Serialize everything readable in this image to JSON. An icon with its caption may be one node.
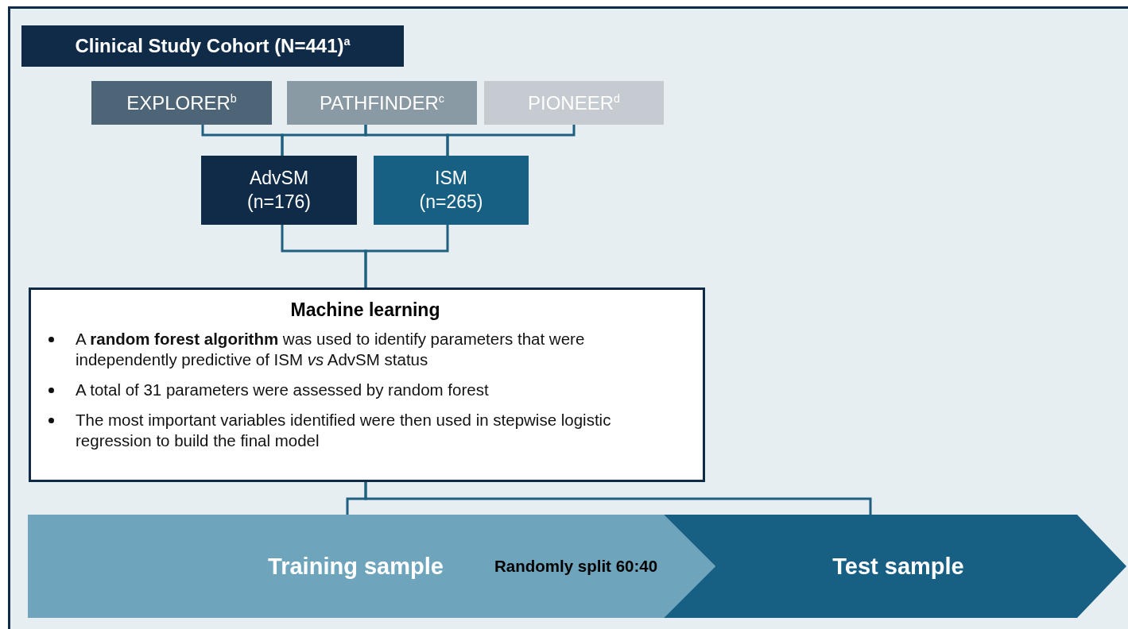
{
  "diagram": {
    "nodes": [
      {
        "text": [
          "Clinical Study Cohort (N=441)$^{a}$"
        ]
      },
      {
        "text": [
          "EXPLORER$^{b}$"
        ]
      },
      {
        "text": [
          "PATHFINDER$^{c}$"
        ]
      },
      {
        "text": [
          "PIONEER$^{d}$"
        ]
      },
      {
        "text": [
          "AdvSM (n=176)"
        ]
      },
      {
        "text": [
          "ISM (n=265)"
        ]
      },
      {
        "text": [
          "Machine learning",
          "A **random forest algorithm** was used to identify parameters that were independently predictive of ISM *vs* AdvSM status",
          "A total of 31 parameters were assessed by random forest",
          "The most important variables identified were then used in stepwise logistic regression to build the final model"
        ]
      },
      {
        "text": [
          "Training sample"
        ]
      },
      {
        "text": [
          "Test sample"
        ]
      }
    ],
    "edges": [
      {
        "from": 1,
        "to": 4,
        "arrow": "none"
      },
      {
        "from": 2,
        "to": 4,
        "arrow": "none"
      },
      {
        "from": 2,
        "to": 5,
        "arrow": "none"
      },
      {
        "from": 3,
        "to": 5,
        "arrow": "none"
      },
      {
        "from": 4,
        "to": 6,
        "arrow": "none"
      },
      {
        "from": 5,
        "to": 6,
        "arrow": "none"
      },
      {
        "from": 6,
        "to": 7,
        "arrow": "none"
      },
      {
        "from": 6,
        "to": 8,
        "arrow": "none"
      }
    ],
    "labels": [
      "Randomly split 60:40"
    ]
  }
}
